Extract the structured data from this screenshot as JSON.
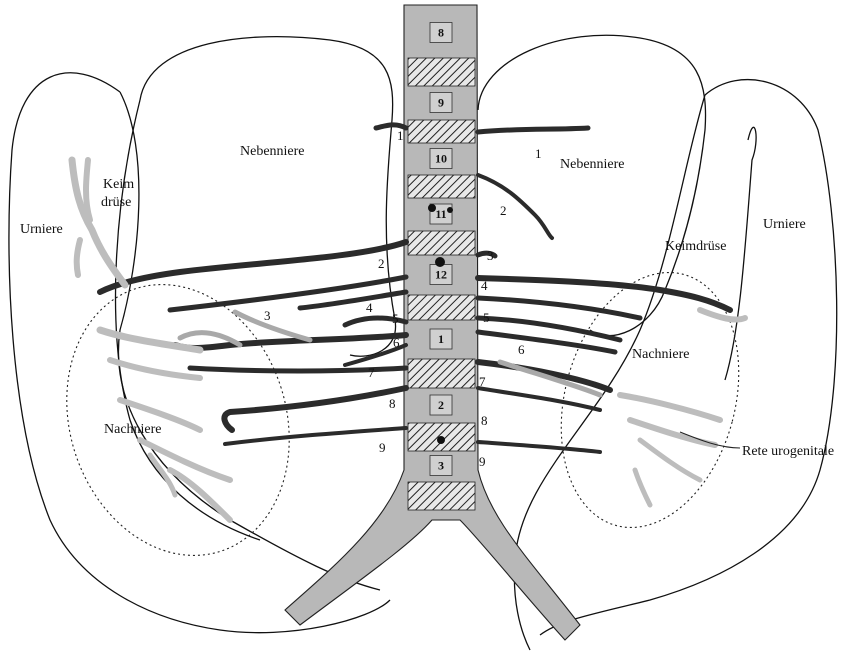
{
  "labels": {
    "nebenniere_left": "Nebenniere",
    "nebenniere_right": "Nebenniere",
    "keimdruese_left_1": "Keim",
    "keimdruese_left_2": "drüse",
    "keimdruese_right": "Keimdrüse",
    "urniere_left": "Urniere",
    "urniere_right": "Urniere",
    "nachniere_left": "Nachniere",
    "nachniere_right": "Nachniere",
    "rete": "Rete urogenitale"
  },
  "vertebrae": [
    "8",
    "9",
    "10",
    "11",
    "12",
    "1",
    "2",
    "3"
  ],
  "vessel_numbers_left": [
    "1",
    "2",
    "3",
    "4",
    "5",
    "6",
    "7",
    "8",
    "9"
  ],
  "vessel_numbers_right": [
    "1",
    "2",
    "3",
    "4",
    "5",
    "6",
    "7",
    "8",
    "9"
  ],
  "colors": {
    "ink": "#111111",
    "vessel": "#2b2b2b",
    "aorta": "#b8b8b8",
    "vertebra_block": "#d0d0d0"
  }
}
